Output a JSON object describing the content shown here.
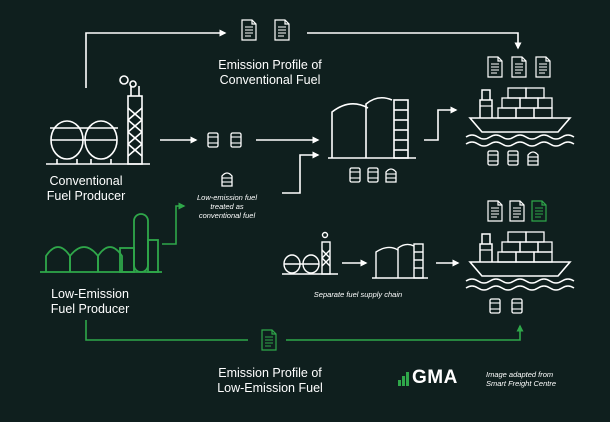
{
  "labels": {
    "conventional_producer_line1": "Conventional",
    "conventional_producer_line2": "Fuel Producer",
    "low_emission_producer_line1": "Low-Emission",
    "low_emission_producer_line2": "Fuel Producer",
    "profile_conventional_line1": "Emission Profile of",
    "profile_conventional_line2": "Conventional Fuel",
    "profile_low_emission_line1": "Emission Profile of",
    "profile_low_emission_line2": "Low-Emission Fuel",
    "low_emission_treated_line1": "Low-emission fuel",
    "low_emission_treated_line2": "treated as",
    "low_emission_treated_line3": "conventional fuel",
    "separate_chain": "Separate fuel supply chain",
    "credit_line1": "Image adapted from",
    "credit_line2": "Smart Freight Centre"
  },
  "brand": {
    "name": "GMA"
  },
  "colors": {
    "background": "#0f1f1e",
    "line": "#ffffff",
    "green": "#2fa74a"
  },
  "icons": {
    "document": "document-icon",
    "barrel": "barrel-icon",
    "ship": "container-ship-icon",
    "tank": "storage-tank-icon",
    "refinery": "refinery-icon",
    "biofuel_plant": "biofuel-plant-icon"
  }
}
